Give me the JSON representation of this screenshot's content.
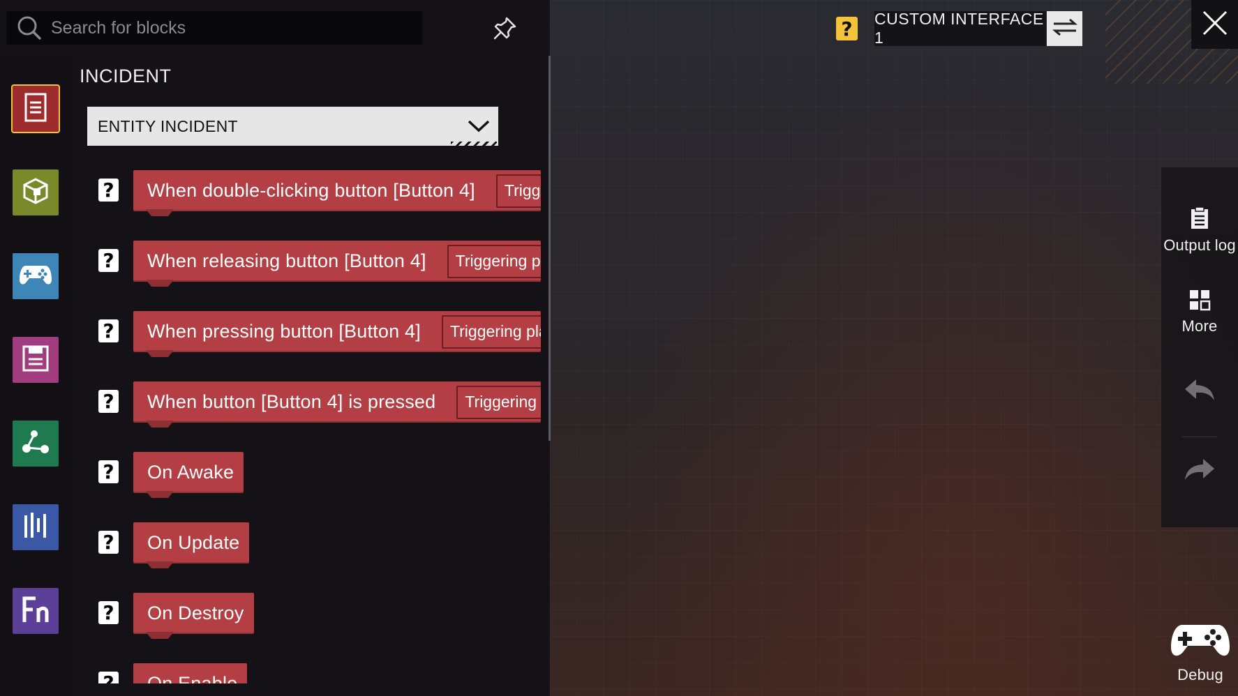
{
  "search": {
    "placeholder": "Search for blocks"
  },
  "panel": {
    "section_title": "INCIDENT",
    "dropdown": {
      "selected": "ENTITY INCIDENT"
    },
    "categories": [
      {
        "name": "incident",
        "icon": "document-icon",
        "color": "#9e2b2d",
        "active": true
      },
      {
        "name": "entity",
        "icon": "cube-icon",
        "color": "#7a8a2a",
        "active": false
      },
      {
        "name": "controls",
        "icon": "gamepad-icon",
        "color": "#3f86b8",
        "active": false
      },
      {
        "name": "data",
        "icon": "save-icon",
        "color": "#a13d7e",
        "active": false
      },
      {
        "name": "logic",
        "icon": "nodes-icon",
        "color": "#1f7a4f",
        "active": false
      },
      {
        "name": "variables",
        "icon": "bars-icon",
        "color": "#3b58a6",
        "active": false
      },
      {
        "name": "functions",
        "icon": "function-icon",
        "color": "#5c3f96",
        "active": false
      }
    ],
    "blocks": [
      {
        "label": "When double-clicking button [Button 4]",
        "param": "Triggering p"
      },
      {
        "label": "When releasing button [Button 4]",
        "param": "Triggering player"
      },
      {
        "label": "When pressing button [Button 4]",
        "param": "Triggering player"
      },
      {
        "label": "When button [Button 4] is pressed",
        "param": "Triggering player"
      },
      {
        "label": "On Awake"
      },
      {
        "label": "On Update"
      },
      {
        "label": "On Destroy"
      },
      {
        "label": "On Enable"
      }
    ]
  },
  "topbar": {
    "help_label": "?",
    "interface_name": "CUSTOM INTERFACE 1"
  },
  "tools": {
    "output_log": "Output log",
    "more": "More",
    "debug": "Debug"
  },
  "colors": {
    "block": "#b33f44",
    "accent": "#f3c33a"
  }
}
